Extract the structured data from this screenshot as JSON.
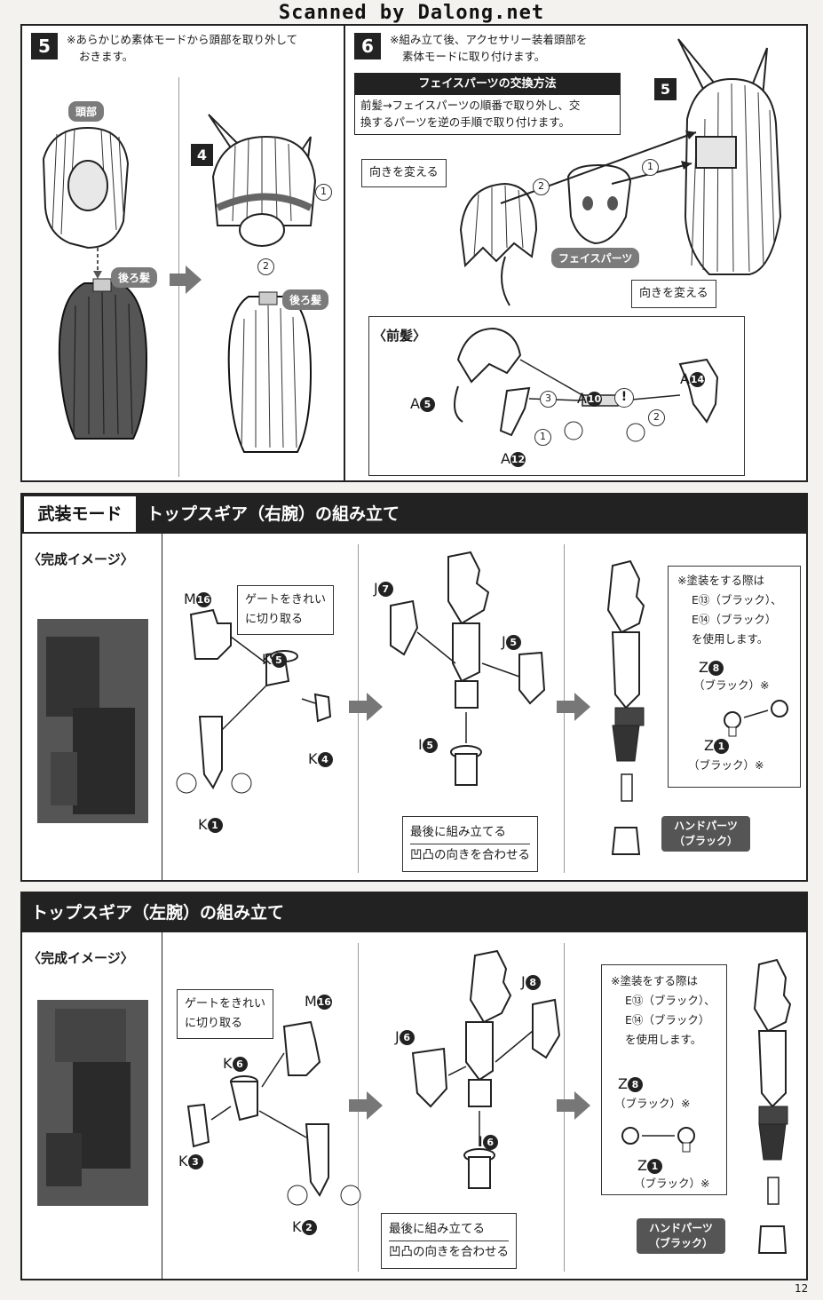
{
  "watermark": "Scanned by Dalong.net",
  "step5": {
    "number": "5",
    "note_line1": "※あらかじめ素体モードから頭部を取り外して",
    "note_line2": "おきます。",
    "label_head": "頭部",
    "label_back_hair_1": "後ろ髪",
    "label_back_hair_2": "後ろ髪",
    "sub_step": "4",
    "seq1": "1",
    "seq2": "2"
  },
  "step6": {
    "number": "6",
    "note_line1": "※組み立て後、アクセサリー装着頭部を",
    "note_line2": "素体モードに取り付けます。",
    "box_title": "フェイスパーツの交換方法",
    "box_line1": "前髪→フェイスパーツの順番で取り外し、交",
    "box_line2": "換するパーツを逆の手順で取り付けます。",
    "callout_left": "向きを変える",
    "callout_right": "向きを変える",
    "label_face": "フェイスパーツ",
    "sub_step": "5",
    "seq1": "1",
    "seq2": "2",
    "bangs_title": "〈前髪〉",
    "parts": {
      "a5_letter": "A",
      "a5_num": "5",
      "a10_letter": "A",
      "a10_num": "10",
      "a14_letter": "A",
      "a14_num": "14",
      "a12_letter": "A",
      "a12_num": "12"
    },
    "bangs_seq1": "1",
    "bangs_seq2": "2",
    "bangs_seq3": "3",
    "warn": "!"
  },
  "section_right_arm": {
    "mode_label": "武装モード",
    "title": "トップスギア（右腕）の組み立て",
    "image_caption": "〈完成イメージ〉",
    "gate_note_line1": "ゲートをきれい",
    "gate_note_line2": "に切り取る",
    "parts": {
      "m16_letter": "M",
      "m16_num": "16",
      "k5_letter": "K",
      "k5_num": "5",
      "k4_letter": "K",
      "k4_num": "4",
      "k1_letter": "K",
      "k1_num": "1",
      "j7_letter": "J",
      "j7_num": "7",
      "j5_letter": "J",
      "j5_num": "5",
      "i5_letter": "I",
      "i5_num": "5",
      "z8_letter": "Z",
      "z8_num": "8",
      "z1_letter": "Z",
      "z1_num": "1"
    },
    "last_note_line1": "最後に組み立てる",
    "last_note_line2": "凹凸の向きを合わせる",
    "paint_line1": "※塗装をする際は",
    "paint_line2": "E⑬（ブラック）、",
    "paint_line3": "E⑭（ブラック）",
    "paint_line4": "を使用します。",
    "black_1": "（ブラック）※",
    "black_2": "（ブラック）※",
    "hand_line1": "ハンドパーツ",
    "hand_line2": "（ブラック）"
  },
  "section_left_arm": {
    "title": "トップスギア（左腕）の組み立て",
    "image_caption": "〈完成イメージ〉",
    "gate_note_line1": "ゲートをきれい",
    "gate_note_line2": "に切り取る",
    "parts": {
      "m16_letter": "M",
      "m16_num": "16",
      "k6_letter": "K",
      "k6_num": "6",
      "k3_letter": "K",
      "k3_num": "3",
      "k2_letter": "K",
      "k2_num": "2",
      "j8_letter": "J",
      "j8_num": "8",
      "j6_letter": "J",
      "j6_num": "6",
      "i6_letter": "I",
      "i6_num": "6",
      "z8_letter": "Z",
      "z8_num": "8",
      "z1_letter": "Z",
      "z1_num": "1"
    },
    "last_note_line1": "最後に組み立てる",
    "last_note_line2": "凹凸の向きを合わせる",
    "paint_line1": "※塗装をする際は",
    "paint_line2": "E⑬（ブラック）、",
    "paint_line3": "E⑭（ブラック）",
    "paint_line4": "を使用します。",
    "black_1": "（ブラック）※",
    "black_2": "（ブラック）※",
    "hand_line1": "ハンドパーツ",
    "hand_line2": "（ブラック）"
  },
  "page_number": "12"
}
